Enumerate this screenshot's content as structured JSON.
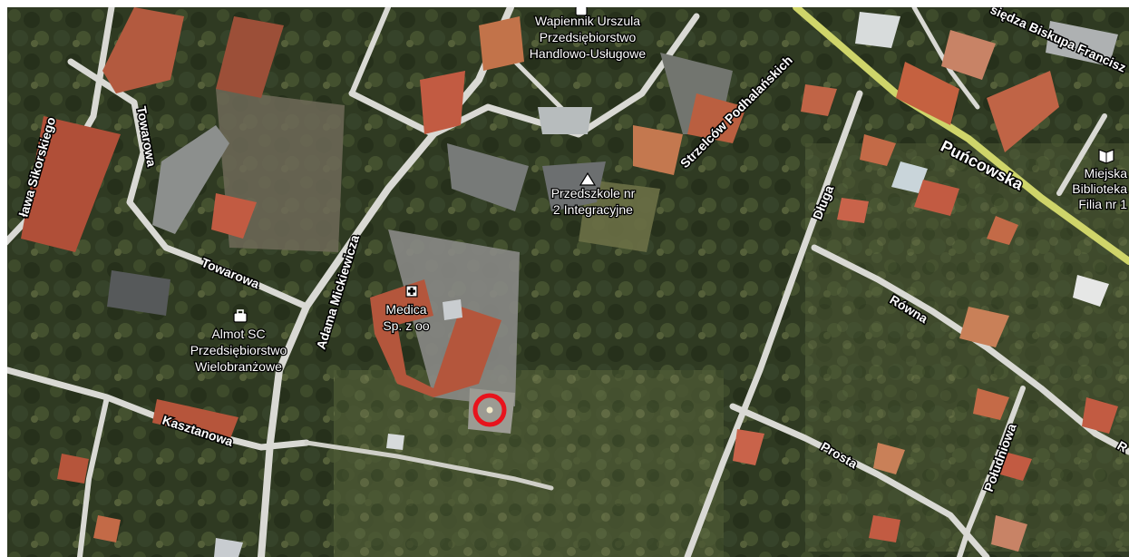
{
  "map": {
    "view": "satellite",
    "streets": [
      {
        "id": "sikorskiego",
        "label": "ława Sikorskiego"
      },
      {
        "id": "towarowa-vertical",
        "label": "Towarowa"
      },
      {
        "id": "towarowa-horizontal",
        "label": "Towarowa"
      },
      {
        "id": "mickiewicza",
        "label": "Adama Mickiewicza"
      },
      {
        "id": "kasztanowa",
        "label": "Kasztanowa"
      },
      {
        "id": "strzelcow",
        "label": "Strzelców Podhalańskich"
      },
      {
        "id": "dluga",
        "label": "Długa"
      },
      {
        "id": "puncowska",
        "label": "Puńcowska"
      },
      {
        "id": "biskupa",
        "label": "siędza Biskupa Francisz"
      },
      {
        "id": "rowna",
        "label": "Równa"
      },
      {
        "id": "prosta",
        "label": "Prosta"
      },
      {
        "id": "poludniowa",
        "label": "Południowa"
      },
      {
        "id": "r-edge",
        "label": "R"
      }
    ],
    "pois": [
      {
        "id": "wapiennik",
        "icon": "shop-icon",
        "lines": [
          "Wapiennik Urszula",
          "Przedsiębiorstwo",
          "Handlowo-Usługowe"
        ]
      },
      {
        "id": "przedszkole",
        "icon": "school-icon",
        "lines": [
          "Przedszkole nr",
          "2 Integracyjne"
        ]
      },
      {
        "id": "medica",
        "icon": "medical-icon",
        "lines": [
          "Medica",
          "Sp. z oo"
        ]
      },
      {
        "id": "almot",
        "icon": "briefcase-icon",
        "lines": [
          "Almot SC",
          "Przedsiębiorstwo",
          "Wielobranżowe"
        ]
      },
      {
        "id": "biblioteka",
        "icon": "book-icon",
        "lines": [
          "Miejska",
          "Biblioteka",
          "Filia nr 1"
        ]
      }
    ],
    "marker": {
      "icon": "location-marker",
      "color": "#e8131c"
    },
    "colors": {
      "vegetation": "#2f3a22",
      "road": "#d9d9d4",
      "major_road": "#cfd56a",
      "roof": "#b35a3f",
      "label_fill": "#ffffff",
      "label_stroke": "#000000"
    }
  }
}
